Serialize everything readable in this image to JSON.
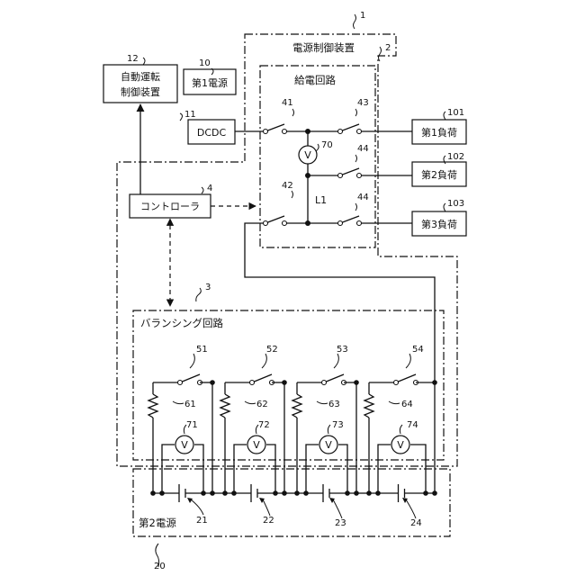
{
  "boxes": {
    "power_control_device": "電源制御装置",
    "feed_circuit": "給電回路",
    "balancing_circuit": "バランシング回路",
    "second_power_source": "第2電源",
    "auto_drive": [
      "自動運転",
      "制御装置"
    ],
    "first_power": "第1電源",
    "dcdc": "DCDC",
    "controller": "コントローラ",
    "load1": "第1負荷",
    "load2": "第2負荷",
    "load3": "第3負荷",
    "line_label": "L1",
    "voltmeter_symbol": "V"
  },
  "refs": {
    "r1": "1",
    "r2": "2",
    "r3": "3",
    "r4": "4",
    "r10": "10",
    "r11": "11",
    "r12": "12",
    "r20": "20",
    "r21": "21",
    "r22": "22",
    "r23": "23",
    "r24": "24",
    "r41": "41",
    "r42": "42",
    "r43": "43",
    "r44a": "44",
    "r44b": "44",
    "r51": "51",
    "r52": "52",
    "r53": "53",
    "r54": "54",
    "r61": "61",
    "r62": "62",
    "r63": "63",
    "r64": "64",
    "r70": "70",
    "r71": "71",
    "r72": "72",
    "r73": "73",
    "r74": "74",
    "r101": "101",
    "r102": "102",
    "r103": "103"
  }
}
